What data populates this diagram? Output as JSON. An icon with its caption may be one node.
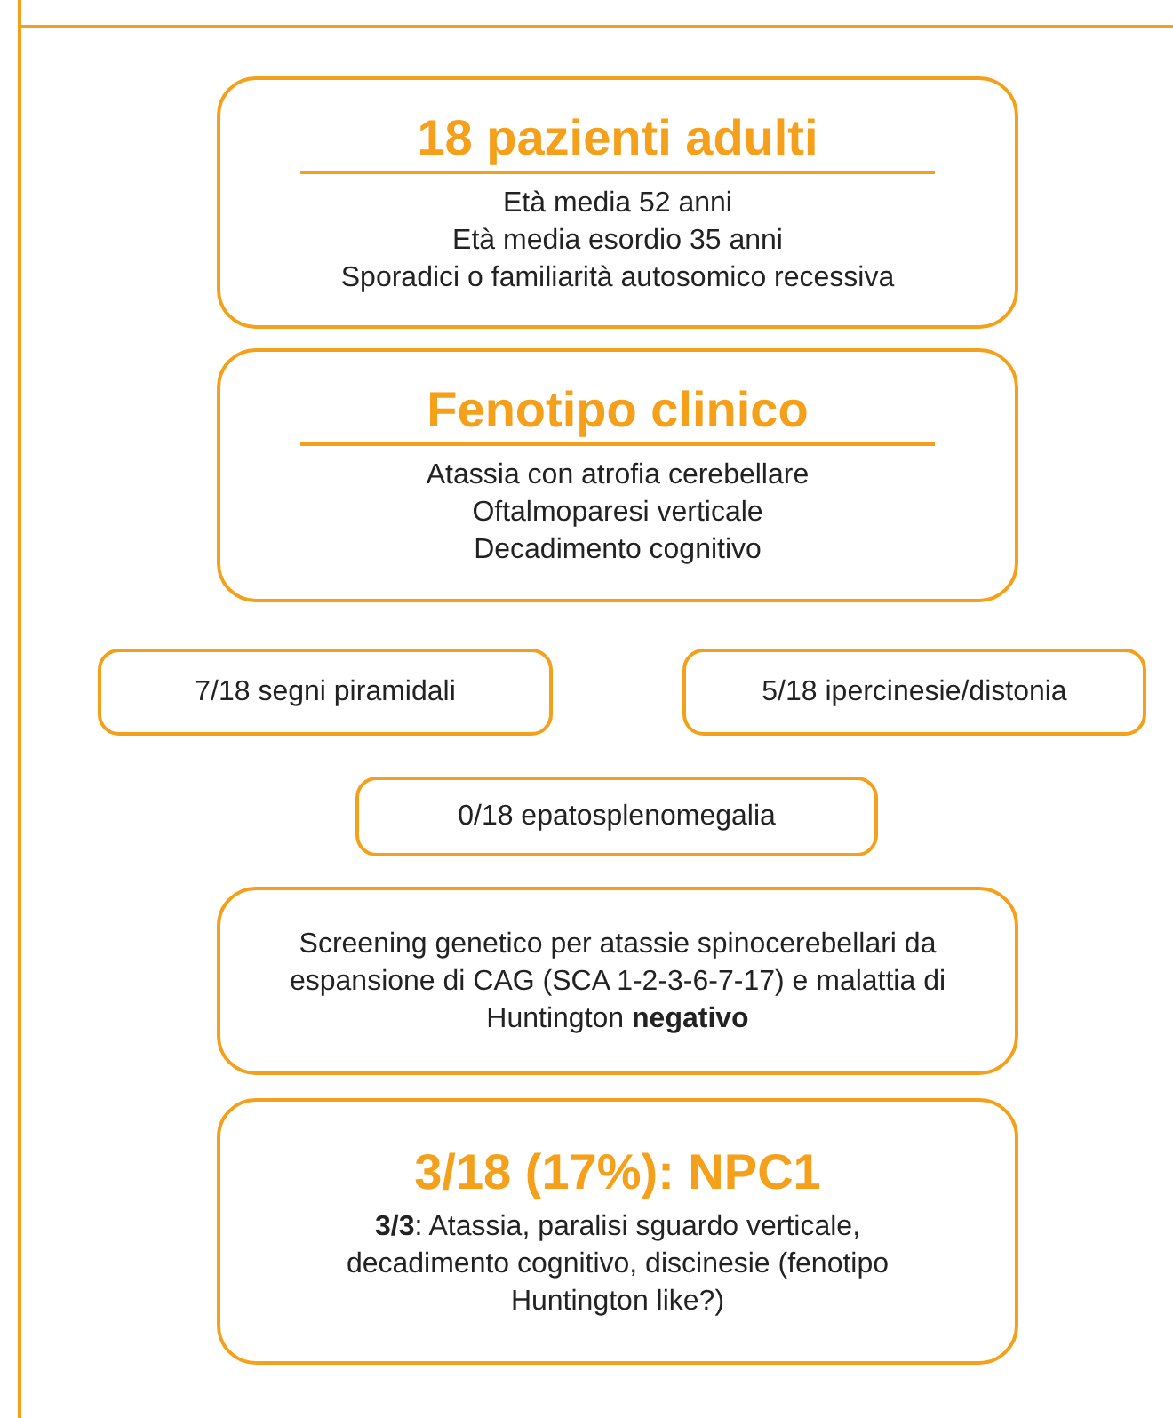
{
  "diagram": {
    "nodes": [
      {
        "text": [
          "18 pazienti adulti",
          "Età media 52 anni",
          "Età media esordio 35 anni",
          "Sporadici o familiarità autosomico recessiva"
        ]
      },
      {
        "text": [
          "Fenotipo clinico",
          "Atassia con atrofia cerebellare",
          "Oftalmoparesi verticale",
          "Decadimento cognitivo"
        ]
      },
      {
        "text": [
          "7/18 segni piramidali"
        ]
      },
      {
        "text": [
          "5/18 ipercinesie/distonia"
        ]
      },
      {
        "text": [
          "0/18 epatosplenomegalia"
        ]
      },
      {
        "text": [
          "Screening genetico per atassie spinocerebellari da espansione di CAG (SCA 1-2-3-6-7-17) e malattia di Huntington **negativo**"
        ]
      },
      {
        "text": [
          "3/18 (17%): NPC1",
          "**3/3**: Atassia, paralisi sguardo verticale, decadimento cognitivo, discinesie (fenotipo Huntington like?)"
        ]
      }
    ],
    "edges": []
  }
}
